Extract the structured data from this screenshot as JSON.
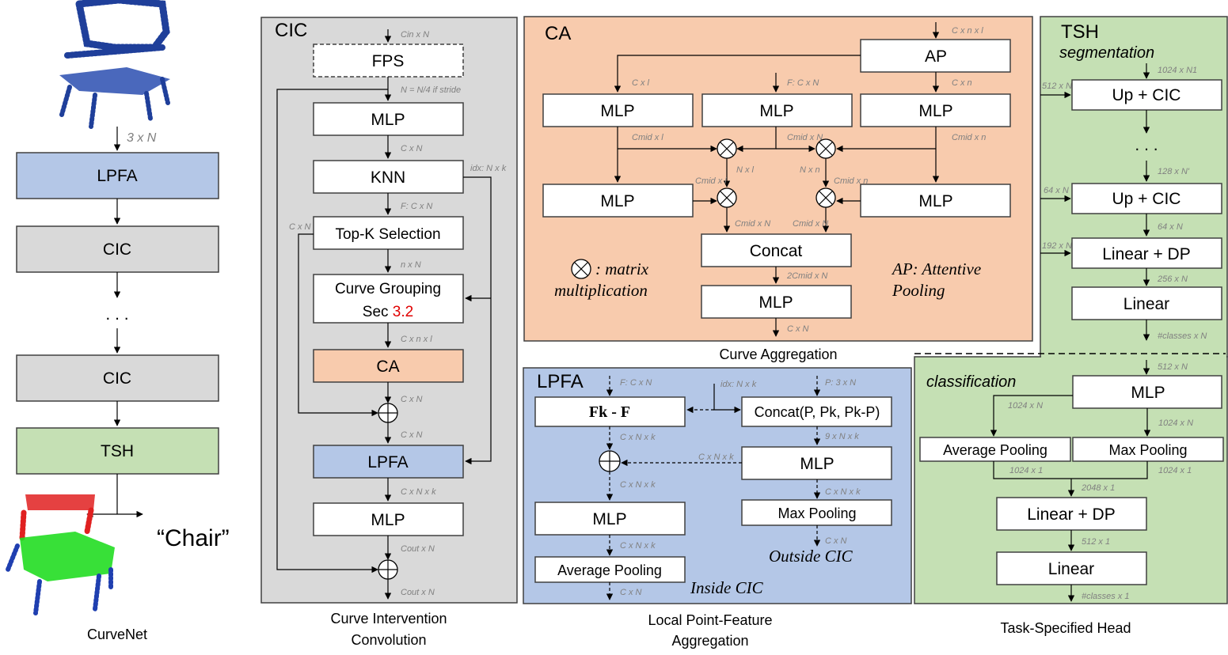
{
  "overview": {
    "input_dim": "3 x N",
    "blocks": [
      "LPFA",
      "CIC",
      ". . .",
      "CIC",
      "TSH"
    ],
    "output_label": "“Chair”",
    "caption": "CurveNet"
  },
  "cic": {
    "title": "CIC",
    "caption": [
      "Curve Intervention",
      "Convolution"
    ],
    "fps": "FPS",
    "mlp1": "MLP",
    "knn": "KNN",
    "topk": "Top-K Selection",
    "grouping_line1": "Curve Grouping",
    "grouping_sec": "Sec ",
    "grouping_ref": "3.2",
    "ca": "CA",
    "lpfa": "LPFA",
    "mlp2": "MLP",
    "dims": {
      "in": "Cin x N",
      "stride": "N = N/4 if stride",
      "cxn1": "C x N",
      "fcxn": "F: C x N",
      "idx": "idx: N x k",
      "cxn_left": "C x N",
      "nxn": "n x N",
      "cxnxl": "C x n x l",
      "cxn2": "C x N",
      "cxn3": "C x N",
      "cxnxk": "C x N x k",
      "cout1": "Cout x N",
      "cout2": "Cout x N"
    }
  },
  "ca": {
    "title": "CA",
    "caption": "Curve Aggregation",
    "ap": "AP",
    "mlp": "MLP",
    "concat": "Concat",
    "legend_sym_text": ": matrix",
    "legend_sym_text2": "multiplication",
    "ap_legend1": "AP: Attentive",
    "ap_legend2": "Pooling",
    "dims": {
      "top": "C x n x l",
      "cxl": "C x l",
      "fcxn": "F: C x N",
      "cxn_r": "C x n",
      "cmidl": "Cmid x l",
      "cmidn_c": "Cmid x N",
      "cmidn_r": "Cmid x n",
      "nxl": "N x l",
      "nxn": "N x n",
      "cmidl2": "Cmid x l",
      "cmidn2": "Cmid x n",
      "cmidN_l": "Cmid x N",
      "cmidN_r": "Cmid x N",
      "two_cmid": "2Cmid x N",
      "out": "C x N"
    }
  },
  "lpfa": {
    "title": "LPFA",
    "caption": [
      "Local Point-Feature",
      "Aggregation"
    ],
    "fk": "Fk - F",
    "concat": "Concat(P, Pk, Pk-P)",
    "mlp_r": "MLP",
    "maxpool": "Max Pooling",
    "mlp_l": "MLP",
    "avgpool": "Average Pooling",
    "inside": "Inside CIC",
    "outside": "Outside CIC",
    "dims": {
      "f": "F: C x N",
      "idx": "idx: N x k",
      "p": "P: 3 x N",
      "cnk1": "C x N x k",
      "nine": "9 x N x k",
      "cnk_mid": "C x N x k",
      "cnk2": "C x N x k",
      "cnk_r": "C x N x k",
      "cnk3": "C x N x k",
      "cn_r": "C x N",
      "cn_l": "C x N"
    }
  },
  "tsh": {
    "title": "TSH",
    "seg_label": "segmentation",
    "cls_label": "classification",
    "caption": "Task-Specified Head",
    "upcic": "Up + CIC",
    "dots": ". . .",
    "linear_dp": "Linear + DP",
    "linear": "Linear",
    "mlp": "MLP",
    "avgpool": "Average Pooling",
    "maxpool": "Max Pooling",
    "dims": {
      "n1": "1024 x N1",
      "n2": "512 x N2",
      "nprime": "128 x N'",
      "64n_l": "64 x N",
      "64n": "64 x N",
      "192n": "192 x N",
      "256n": "256 x N",
      "cls_n": "#classes x N",
      "512n": "512 x N",
      "1024n_l": "1024 x N",
      "1024n_r": "1024 x N",
      "1024x1_l": "1024 x 1",
      "1024x1_r": "1024 x 1",
      "2048": "2048 x 1",
      "512x1": "512 x 1",
      "cls_1": "#classes x 1"
    }
  },
  "colors": {
    "lpfa": "#b4c7e7",
    "cic": "#d9d9d9",
    "ca": "#f8cbad",
    "tsh": "#c5e0b4",
    "ref_red": "#e00000",
    "dim_gray": "#808080"
  }
}
